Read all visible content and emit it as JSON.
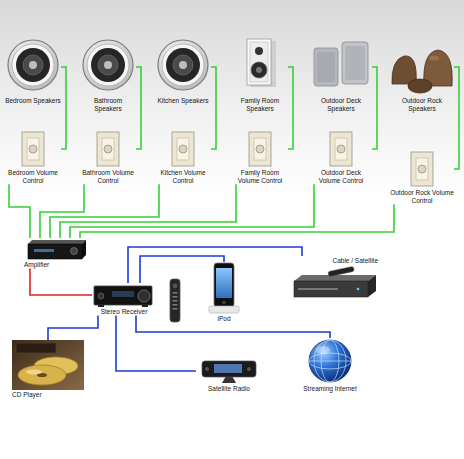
{
  "diagram": {
    "nodes": [
      {
        "text": [
          "Bedroom Speakers"
        ]
      },
      {
        "text": [
          "Bathroom Speakers"
        ]
      },
      {
        "text": [
          "Kitchen Speakers"
        ]
      },
      {
        "text": [
          "Family Room Speakers"
        ]
      },
      {
        "text": [
          "Outdoor Deck Speakers"
        ]
      },
      {
        "text": [
          "Outdoor Rock Speakers"
        ]
      },
      {
        "text": [
          "Bedroom Volume Control"
        ]
      },
      {
        "text": [
          "Bathroom Volume Control"
        ]
      },
      {
        "text": [
          "Kitchen Volume Control"
        ]
      },
      {
        "text": [
          "Family Room Volume Control"
        ]
      },
      {
        "text": [
          "Outdoor Deck Volume Control"
        ]
      },
      {
        "text": [
          "Outdoor Rock Volume Control"
        ]
      },
      {
        "text": [
          "Amplifier"
        ]
      },
      {
        "text": [
          "Stereo Receiver"
        ]
      },
      {
        "text": [
          "iPod"
        ]
      },
      {
        "text": [
          "Cable / Satellite"
        ]
      },
      {
        "text": [
          "CD Player"
        ]
      },
      {
        "text": [
          "Satellite Radio"
        ]
      },
      {
        "text": [
          "Streaming Internet"
        ]
      }
    ],
    "edges": [
      {
        "from": 0,
        "to": 6,
        "arrow": "none"
      },
      {
        "from": 1,
        "to": 7,
        "arrow": "none"
      },
      {
        "from": 2,
        "to": 8,
        "arrow": "none"
      },
      {
        "from": 3,
        "to": 9,
        "arrow": "none"
      },
      {
        "from": 4,
        "to": 10,
        "arrow": "none"
      },
      {
        "from": 5,
        "to": 11,
        "arrow": "none"
      },
      {
        "from": 6,
        "to": 12,
        "arrow": "none"
      },
      {
        "from": 7,
        "to": 12,
        "arrow": "none"
      },
      {
        "from": 8,
        "to": 12,
        "arrow": "none"
      },
      {
        "from": 9,
        "to": 12,
        "arrow": "none"
      },
      {
        "from": 10,
        "to": 12,
        "arrow": "none"
      },
      {
        "from": 11,
        "to": 12,
        "arrow": "none"
      },
      {
        "from": 12,
        "to": 13,
        "arrow": "none"
      },
      {
        "from": 13,
        "to": 14,
        "arrow": "none"
      },
      {
        "from": 13,
        "to": 15,
        "arrow": "none"
      },
      {
        "from": 13,
        "to": 16,
        "arrow": "none"
      },
      {
        "from": 13,
        "to": 17,
        "arrow": "none"
      },
      {
        "from": 13,
        "to": 18,
        "arrow": "none"
      }
    ]
  }
}
